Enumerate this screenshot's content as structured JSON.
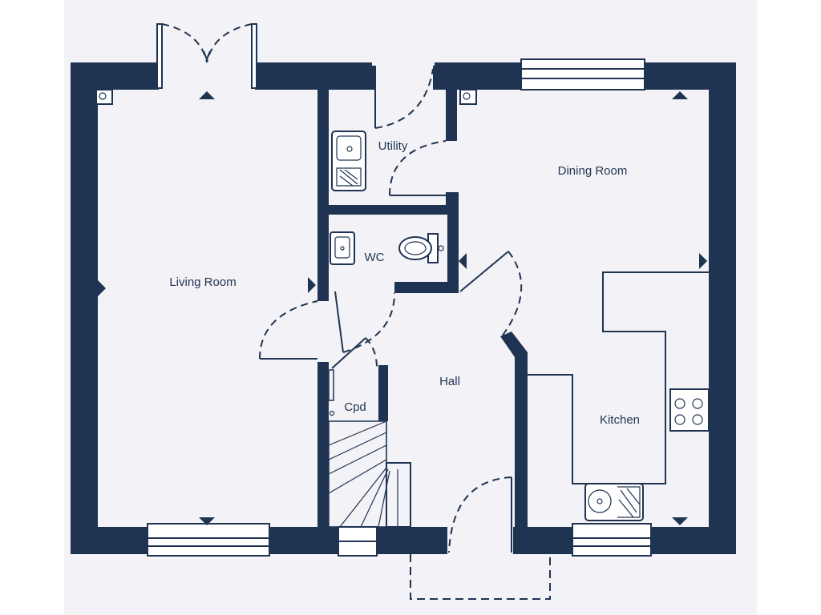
{
  "floor_plan": {
    "rooms": {
      "living_room": "Living Room",
      "utility": "Utility",
      "wc": "WC",
      "dining_room": "Dining Room",
      "hall": "Hall",
      "cpd": "Cpd",
      "kitchen": "Kitchen"
    }
  },
  "colors": {
    "wall": "#1f3452",
    "floor": "#f3f2f6",
    "page": "#ffffff"
  }
}
